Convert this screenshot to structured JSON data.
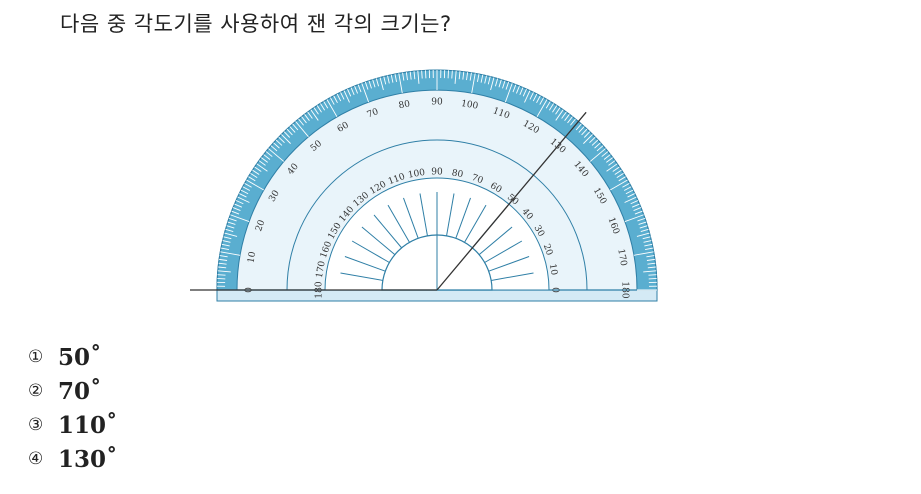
{
  "question": "다음 중 각도기를 사용하여 잰 각의 크기는?",
  "protractor": {
    "outer_scale_labels": [
      "0",
      "10",
      "20",
      "30",
      "40",
      "50",
      "60",
      "70",
      "80",
      "90",
      "100",
      "110",
      "120",
      "130",
      "140",
      "150",
      "160",
      "170",
      "180"
    ],
    "inner_scale_labels": [
      "180",
      "170",
      "160",
      "150",
      "140",
      "130",
      "120",
      "110",
      "100",
      "90",
      "80",
      "70",
      "60",
      "50",
      "40",
      "30",
      "20",
      "10",
      "0"
    ],
    "measured_angle_deg": 50,
    "colors": {
      "band": "#5aaed0",
      "line": "#2f7fa6",
      "fill": "#e9f4fa",
      "base": "#d4eaf5"
    }
  },
  "choices": [
    {
      "num": "①",
      "value": "50˚"
    },
    {
      "num": "②",
      "value": "70˚"
    },
    {
      "num": "③",
      "value": "110˚"
    },
    {
      "num": "④",
      "value": "130˚"
    }
  ]
}
